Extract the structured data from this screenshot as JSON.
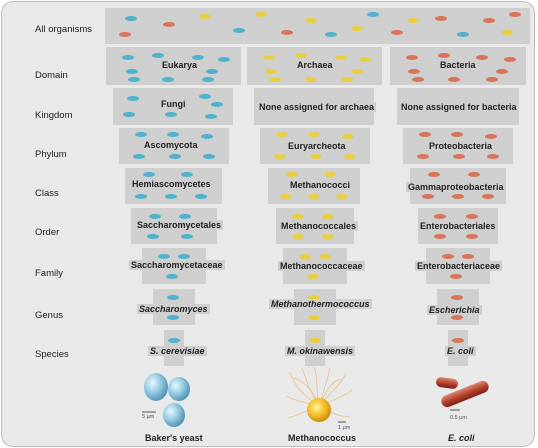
{
  "row_labels": {
    "all": "All organisms",
    "domain": "Domain",
    "kingdom": "Kingdom",
    "phylum": "Phylum",
    "class": "Class",
    "order": "Order",
    "family": "Family",
    "genus": "Genus",
    "species": "Species"
  },
  "eukarya": {
    "domain": "Eukarya",
    "kingdom": "Fungi",
    "phylum": "Ascomycota",
    "class": "Hemiascomycetes",
    "order": "Saccharomycetales",
    "family": "Saccharomycetaceae",
    "genus": "Saccharomyces",
    "species": "S. cerevisiae",
    "organism": "Baker's yeast",
    "scale": "5 µm"
  },
  "archaea": {
    "domain": "Archaea",
    "kingdom": "None assigned for archaea",
    "phylum": "Euryarcheota",
    "class": "Methanococci",
    "order": "Methanococcales",
    "family": "Methanococcaceae",
    "genus": "Methanothermococcus",
    "species": "M. okinawensis",
    "organism": "Methanococcus",
    "scale": "1 µm"
  },
  "bacteria": {
    "domain": "Bacteria",
    "kingdom": "None assigned for bacteria",
    "phylum": "Proteobacteria",
    "class": "Gammaproteobacteria",
    "order": "Enterobacteriales",
    "family": "Enterobacteriaceae",
    "genus": "Escherichia",
    "species": "E. coli",
    "organism": "E. coli",
    "scale": "0.5 µm"
  },
  "colors": {
    "eukarya": "#4fb2cc",
    "archaea": "#e9cf3f",
    "bacteria": "#d9745a",
    "box": "#cfcfcf",
    "panel": "#e9e9e9"
  }
}
